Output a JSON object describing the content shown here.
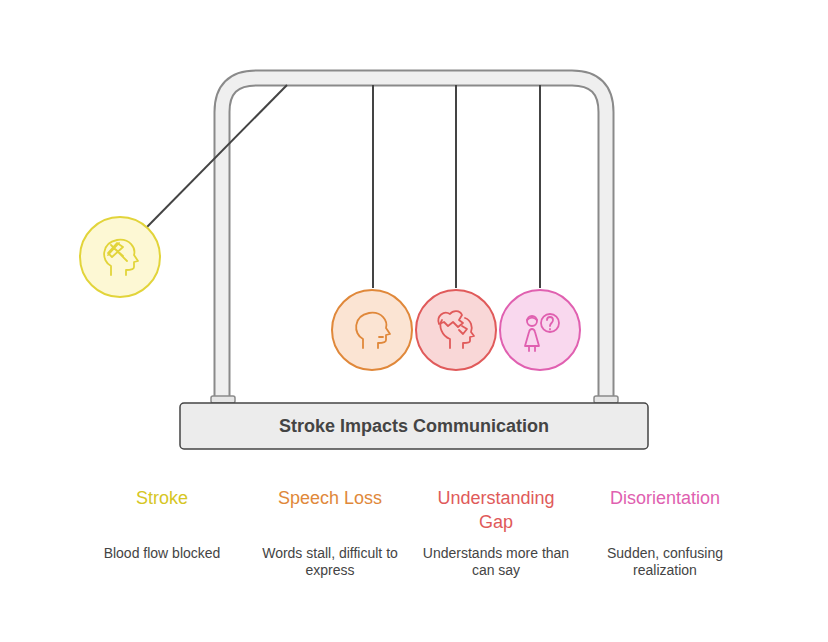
{
  "diagram": {
    "title": "Stroke Impacts Communication",
    "nodes": [
      {
        "text": [
          "Stroke",
          "Blood flow blocked"
        ]
      },
      {
        "text": [
          "Speech Loss",
          "Words stall, difficult to express"
        ]
      },
      {
        "text": [
          "Understanding Gap",
          "Understands more than can say"
        ]
      },
      {
        "text": [
          "Disorientation",
          "Sudden, confusing realization"
        ]
      }
    ]
  }
}
